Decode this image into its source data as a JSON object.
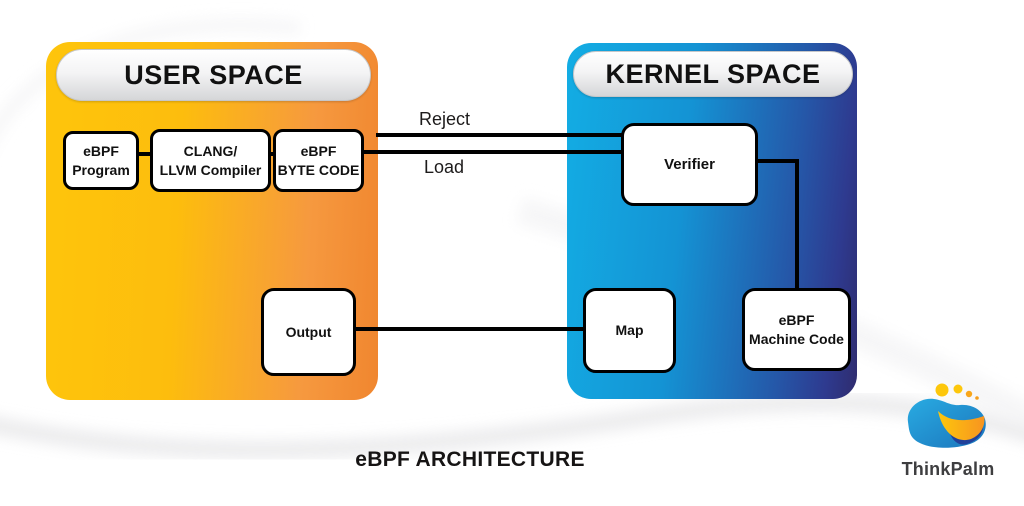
{
  "diagram": {
    "title": "eBPF ARCHITECTURE",
    "user_space": {
      "header": "USER SPACE",
      "nodes": {
        "ebpf_program": "eBPF\nProgram",
        "clang_llvm_compiler": "CLANG/\nLLVM Compiler",
        "ebpf_byte_code": "eBPF\nBYTE CODE",
        "output": "Output"
      }
    },
    "kernel_space": {
      "header": "KERNEL SPACE",
      "nodes": {
        "verifier": "Verifier",
        "map": "Map",
        "ebpf_machine_code": "eBPF\nMachine Code"
      }
    },
    "edge_labels": {
      "reject": "Reject",
      "load": "Load"
    }
  },
  "branding": {
    "logo_text": "ThinkPalm"
  },
  "colors": {
    "user_space_gradient_start": "#FEC50C",
    "user_space_gradient_end": "#F0862F",
    "kernel_space_gradient_start": "#13ADE4",
    "kernel_space_gradient_end": "#2F2C6E",
    "connector": "#000000",
    "header_pill_top": "#FFFFFF",
    "header_pill_bottom": "#D5D6D8",
    "logo_blue": "#1B9AD7",
    "logo_gold": "#FBB03B"
  }
}
